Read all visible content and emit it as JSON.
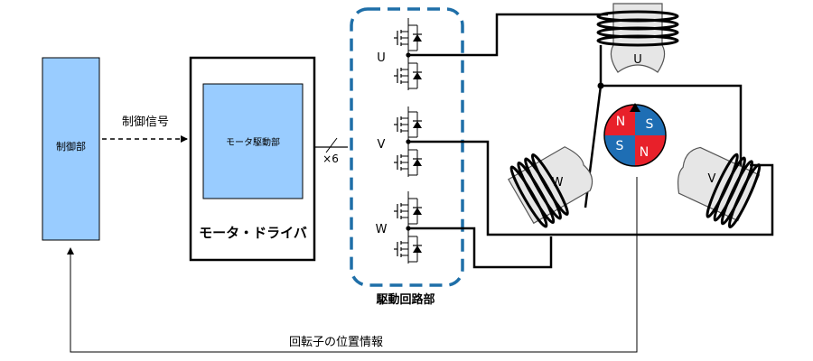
{
  "controller": {
    "label": "制御部"
  },
  "control_signal": {
    "label": "制御信号"
  },
  "motor_driver": {
    "inner_label": "モータ駆動部",
    "title": "モータ・ドライバ",
    "multiplier": "×6"
  },
  "drive_circuit": {
    "title": "駆動回路部",
    "phases": [
      "U",
      "V",
      "W"
    ]
  },
  "motor": {
    "coil_labels": {
      "u": "U",
      "v": "V",
      "w": "W"
    },
    "rotor_poles": [
      "N",
      "S",
      "S",
      "N"
    ]
  },
  "feedback": {
    "label": "回転子の位置情報"
  },
  "colors": {
    "block_fill": "#99ccff",
    "dashed_border": "#1f6fa8",
    "pole_red": "#e8202a",
    "pole_blue": "#1e6eb4",
    "core_fill": "#e6e6e6"
  }
}
